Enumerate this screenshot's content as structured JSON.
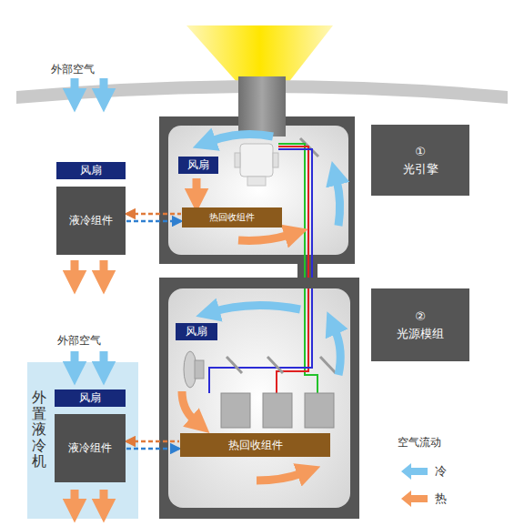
{
  "diagram": {
    "nodes": [
      {
        "text": [
          "风扇"
        ]
      },
      {
        "text": [
          "液冷组件"
        ]
      },
      {
        "text": [
          "风扇"
        ]
      },
      {
        "text": [
          "热回收组件"
        ]
      },
      {
        "text": [
          "①",
          "光引擎"
        ]
      },
      {
        "text": [
          "②",
          "光源模组"
        ]
      },
      {
        "text": [
          "外置液冷机"
        ]
      },
      {
        "text": [
          "风扇"
        ],
        "in": 6
      },
      {
        "text": [
          "液冷组件"
        ],
        "in": 6
      },
      {
        "text": [
          "风扇"
        ]
      },
      {
        "text": [
          "热回收组件"
        ]
      }
    ],
    "edges": [
      {
        "from": 1,
        "to": 3,
        "arrow": "both"
      },
      {
        "from": 8,
        "to": 10,
        "arrow": "both"
      }
    ],
    "labels": [
      "外部空气",
      "外部空气",
      "空气流动"
    ],
    "legend": [
      {
        "text": "冷"
      },
      {
        "text": "热"
      }
    ]
  }
}
